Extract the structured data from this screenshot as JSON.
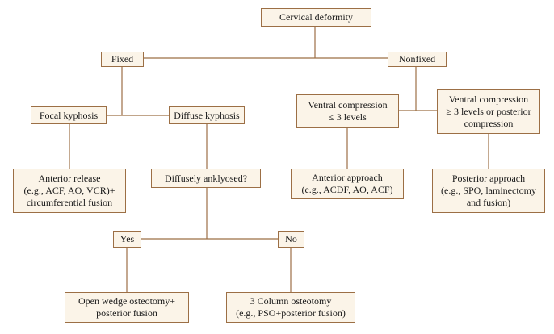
{
  "diagram": {
    "root": "Cervical deformity",
    "fixed": "Fixed",
    "nonfixed": "Nonfixed",
    "focal_kyphosis": "Focal kyphosis",
    "diffuse_kyphosis": "Diffuse kyphosis",
    "ventral_le3": [
      "Ventral compression",
      "≤ 3 levels"
    ],
    "ventral_ge3": [
      "Ventral compression",
      "≥ 3 levels or posterior",
      "compression"
    ],
    "anterior_release": [
      "Anterior release",
      "(e.g., ACF, AO, VCR)+",
      "circumferential fusion"
    ],
    "diffusely_ankylosed": "Diffusely anklyosed?",
    "anterior_approach": [
      "Anterior approach",
      "(e.g., ACDF, AO, ACF)"
    ],
    "posterior_approach": [
      "Posterior approach",
      "(e.g., SPO, laminectomy",
      "and fusion)"
    ],
    "yes": "Yes",
    "no": "No",
    "open_wedge": [
      "Open wedge osteotomy+",
      "posterior fusion"
    ],
    "three_column": [
      "3 Column osteotomy",
      "(e.g., PSO+posterior fusion)"
    ]
  }
}
